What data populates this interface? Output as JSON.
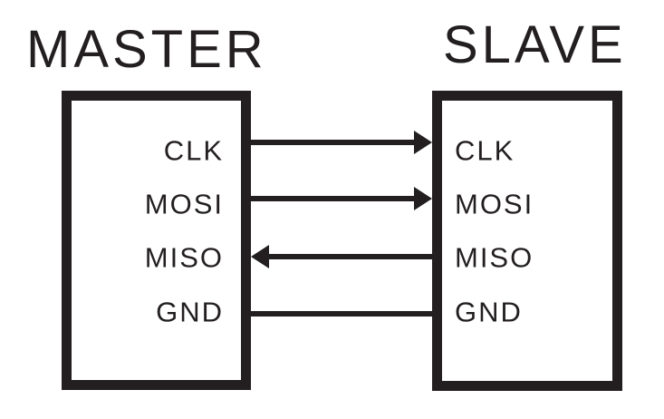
{
  "diagram": {
    "type": "spi-bus-connection-diagram",
    "colors": {
      "ink": "#231f20",
      "background": "#ffffff"
    },
    "master": {
      "title": "MASTER",
      "pins": [
        "CLK",
        "MOSI",
        "MISO",
        "GND"
      ]
    },
    "slave": {
      "title": "SLAVE",
      "pins": [
        "CLK",
        "MOSI",
        "MISO",
        "GND"
      ]
    },
    "connections": [
      {
        "signal": "CLK",
        "direction": "master-to-slave",
        "arrow": "right"
      },
      {
        "signal": "MOSI",
        "direction": "master-to-slave",
        "arrow": "right"
      },
      {
        "signal": "MISO",
        "direction": "slave-to-master",
        "arrow": "left"
      },
      {
        "signal": "GND",
        "direction": "shared",
        "arrow": "none"
      }
    ]
  }
}
